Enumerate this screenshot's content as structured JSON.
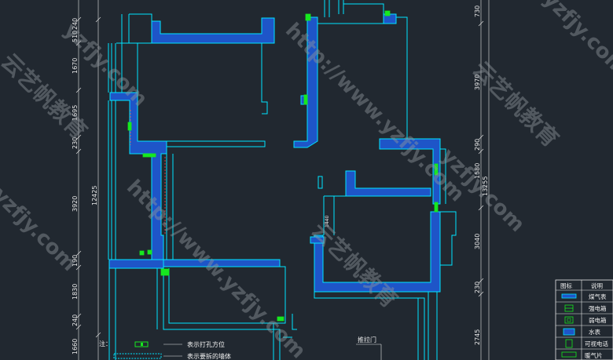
{
  "dimensions_left": [
    {
      "label": "240"
    },
    {
      "label": "510"
    },
    {
      "label": "1670"
    },
    {
      "label": "1695"
    },
    {
      "label": "230"
    },
    {
      "label": "3920"
    },
    {
      "label": "190"
    },
    {
      "label": "1830"
    },
    {
      "label": "240"
    },
    {
      "label": "1660"
    }
  ],
  "dimension_total_left": "12425",
  "dimensions_right": [
    {
      "label": "730"
    },
    {
      "label": "3970"
    },
    {
      "label": "290"
    },
    {
      "label": "1580"
    },
    {
      "label": "3040"
    },
    {
      "label": "230"
    },
    {
      "label": "2745"
    }
  ],
  "dimension_total_right": "13255",
  "door_label": "推拉门",
  "small_dim": "1440",
  "note": {
    "prefix": "注：",
    "items": [
      {
        "text": "表示打孔方位"
      },
      {
        "text": "表示要拆的墙体"
      }
    ]
  },
  "legend": {
    "header_icon": "图标",
    "header_desc": "说明",
    "rows": [
      {
        "icon": "gas-meter-icon",
        "text": "煤气表"
      },
      {
        "icon": "power-box-icon",
        "text": "强电箱"
      },
      {
        "icon": "weak-box-icon",
        "text": "弱电箱"
      },
      {
        "icon": "water-meter-icon",
        "text": "水表"
      },
      {
        "icon": "intercom-icon",
        "text": "可视电话"
      },
      {
        "icon": "heater-icon",
        "text": "暖气片"
      }
    ]
  },
  "watermarks": [
    {
      "text": "http://www.yzfjy.com"
    },
    {
      "text": "云艺帆教育"
    },
    {
      "text": "yzfjy.com"
    }
  ],
  "colors": {
    "background": "#212830",
    "wall_fill": "#1e55c8",
    "wall_line": "#00e5ff",
    "green": "#17e81f",
    "dim": "#e8e8e8"
  }
}
